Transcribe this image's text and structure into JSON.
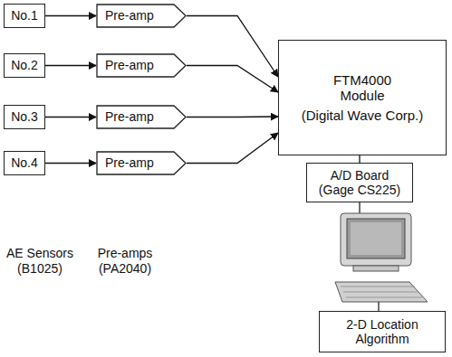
{
  "diagram": {
    "nodes": [
      {
        "text": [
          "No.1"
        ]
      },
      {
        "text": [
          "No.2"
        ]
      },
      {
        "text": [
          "No.3"
        ]
      },
      {
        "text": [
          "No.4"
        ]
      },
      {
        "text": [
          "Pre-amp"
        ]
      },
      {
        "text": [
          "Pre-amp"
        ]
      },
      {
        "text": [
          "Pre-amp"
        ]
      },
      {
        "text": [
          "Pre-amp"
        ]
      },
      {
        "text": [
          "FTM4000 Module",
          "(Digital Wave Corp.)"
        ]
      },
      {
        "text": [
          "A/D Board (Gage CS225)"
        ]
      },
      {
        "text": [
          "2-D Location Algorithm"
        ]
      }
    ],
    "edges": [
      {
        "from": 0,
        "to": 4,
        "arrow": "to"
      },
      {
        "from": 1,
        "to": 5,
        "arrow": "to"
      },
      {
        "from": 2,
        "to": 6,
        "arrow": "to"
      },
      {
        "from": 3,
        "to": 7,
        "arrow": "to"
      },
      {
        "from": 4,
        "to": 8,
        "arrow": "to"
      },
      {
        "from": 5,
        "to": 8,
        "arrow": "to"
      },
      {
        "from": 6,
        "to": 8,
        "arrow": "to"
      },
      {
        "from": 7,
        "to": 8,
        "arrow": "to"
      },
      {
        "from": 8,
        "to": 9,
        "arrow": "none"
      }
    ],
    "labels": [
      "AE Sensors (B1025)",
      "Pre-amps (PA2040)"
    ]
  }
}
